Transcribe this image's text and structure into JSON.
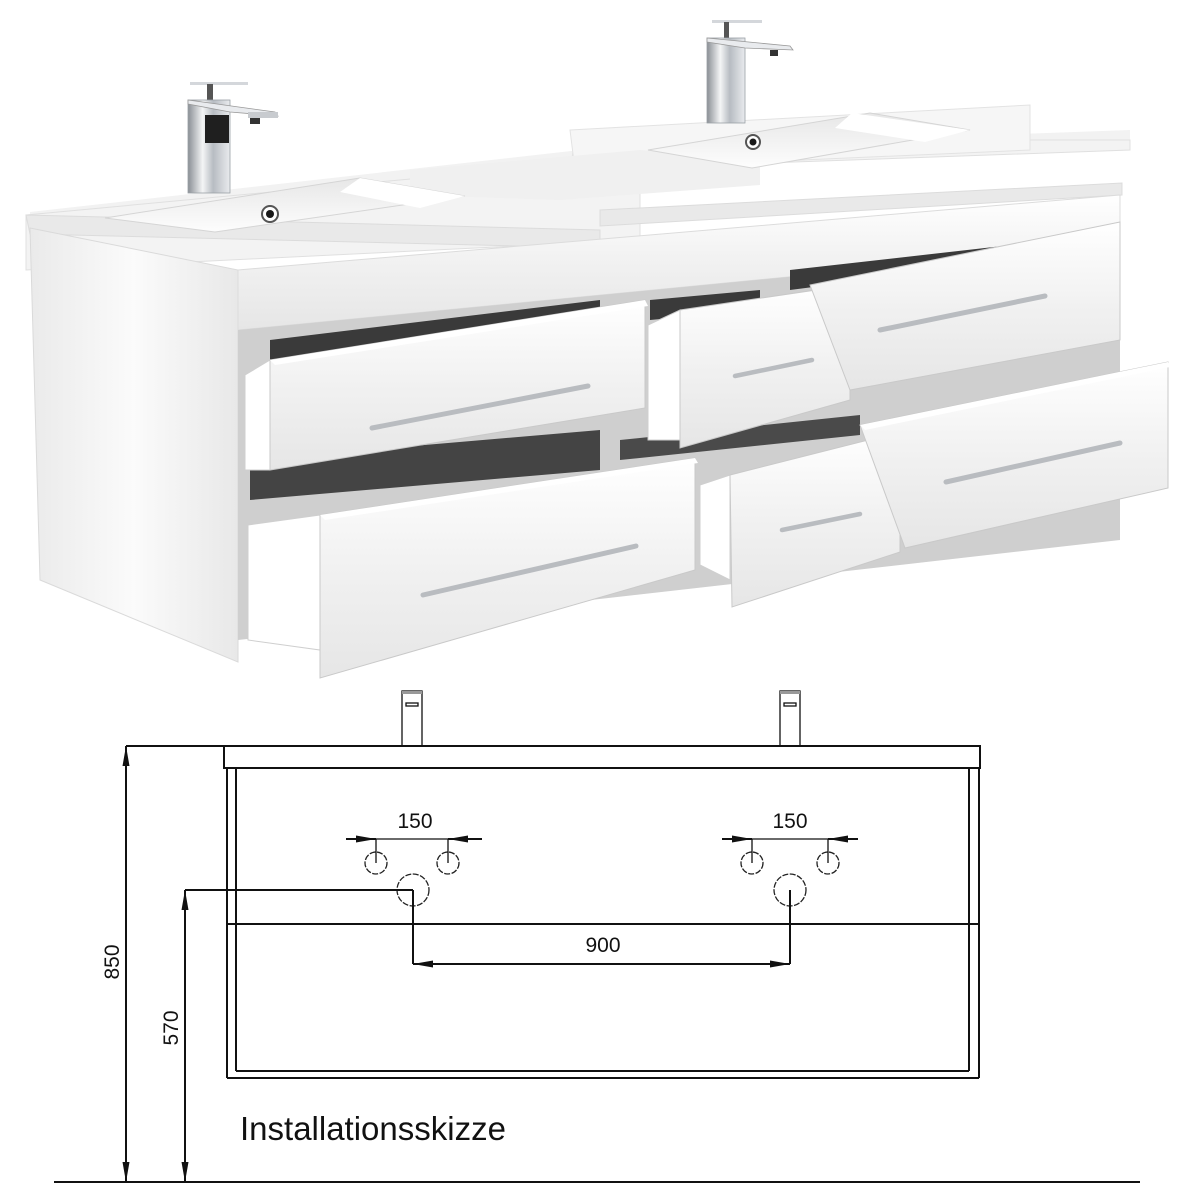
{
  "product": {
    "description": "Double washbasin vanity unit, white high-gloss, 6 drawers, 2 chrome single-lever faucets",
    "colors": {
      "cabinet": "#f4f4f4",
      "cabinet_shade": "#e2e2e2",
      "basin": "#fafafa",
      "handle": "#c9ccd0",
      "interior": "#3a3a3a",
      "chrome": "#bfc3c8"
    },
    "faucets": 2,
    "basins": 2,
    "drawers": [
      {
        "position": "left-top",
        "state": "open"
      },
      {
        "position": "left-bottom",
        "state": "open"
      },
      {
        "position": "middle-top",
        "state": "open"
      },
      {
        "position": "middle-bottom",
        "state": "open"
      },
      {
        "position": "right-top",
        "state": "open"
      },
      {
        "position": "right-bottom",
        "state": "open"
      }
    ]
  },
  "sketch": {
    "title": "Installationsskizze",
    "dimensions": {
      "total_height": "850",
      "drain_height": "570",
      "drain_spacing": "900",
      "left_supply_spacing": "150",
      "right_supply_spacing": "150"
    },
    "line_color": "#111111"
  }
}
